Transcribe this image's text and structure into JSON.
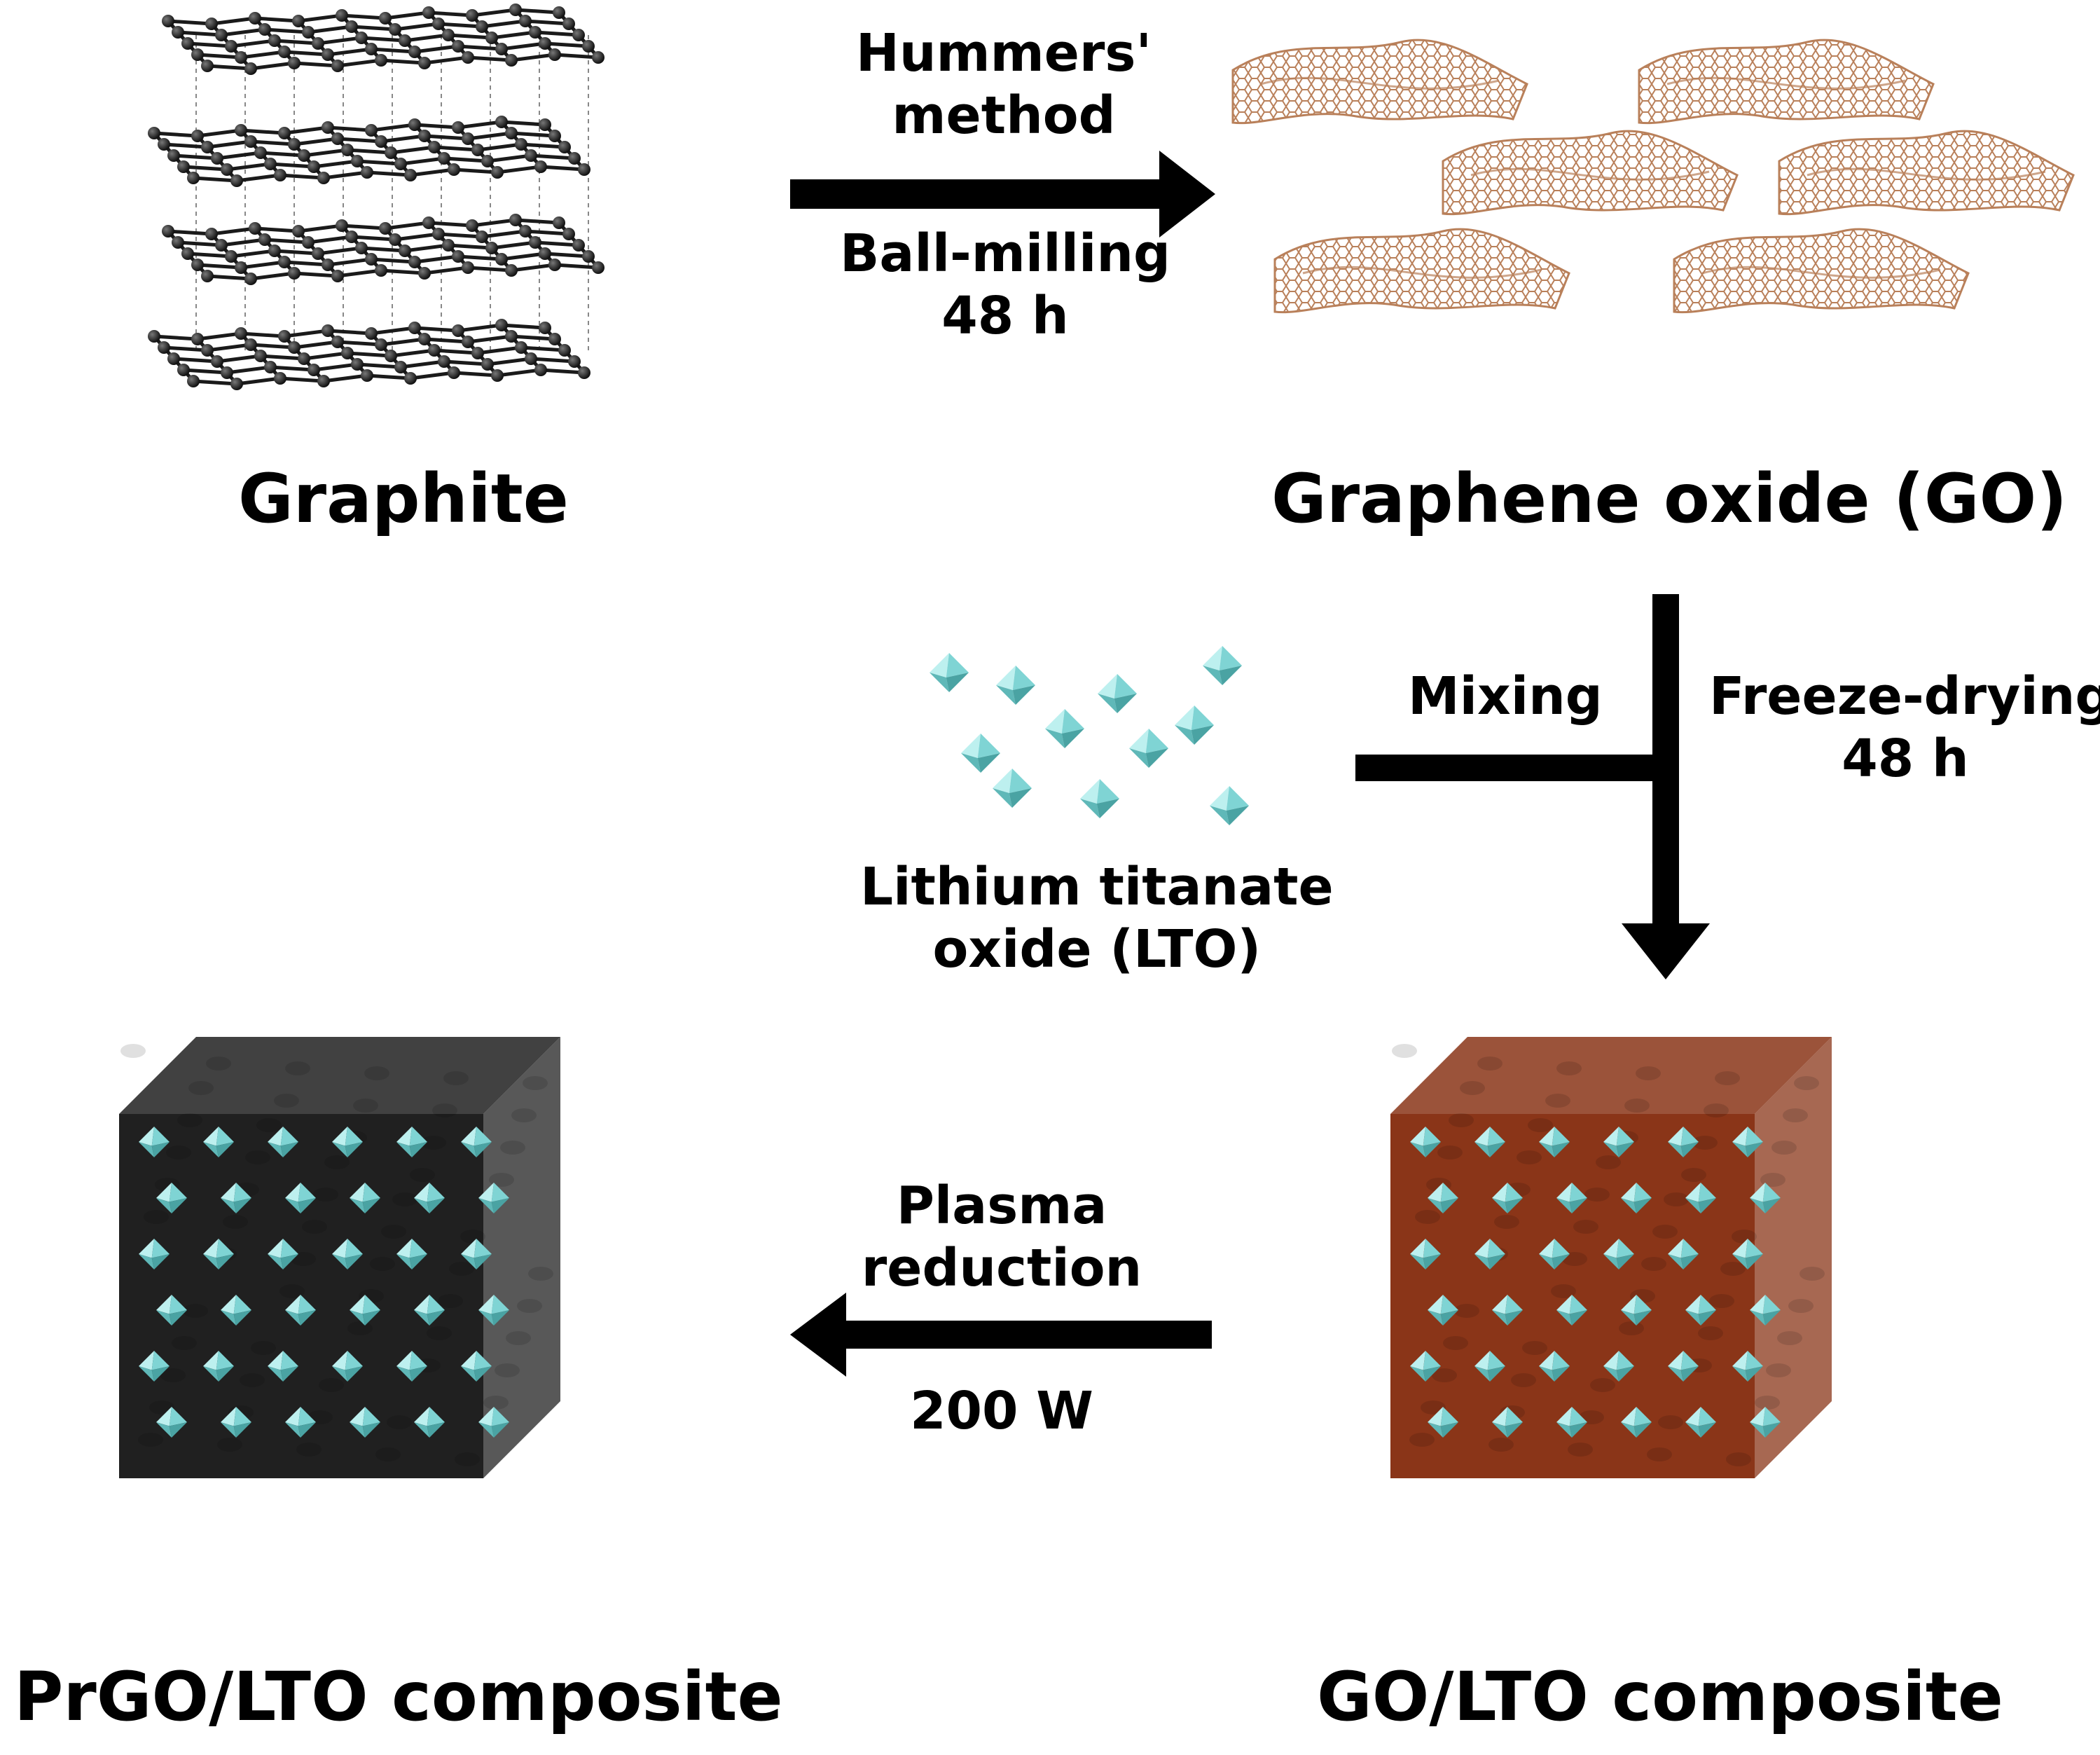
{
  "stages": {
    "graphite": "Graphite",
    "go": "Graphene oxide (GO)",
    "lto": [
      "Lithium titanate",
      "oxide (LTO)"
    ],
    "go_lto": "GO/LTO composite",
    "prgo_lto": "PrGO/LTO composite"
  },
  "steps": {
    "step1_top": [
      "Hummers'",
      "method"
    ],
    "step1_bottom": [
      "Ball-milling",
      "48 h"
    ],
    "step2_left": "Mixing",
    "step2_right": [
      "Freeze-drying",
      "48 h"
    ],
    "step3_top": [
      "Plasma",
      "reduction"
    ],
    "step3_bottom": "200 W"
  },
  "colors": {
    "arrow": "#000000",
    "graphite": "#1a1a1a",
    "go_sheet": "#b9805a",
    "lto_crystal": "#7fd4d4",
    "go_lto_cube": "#8a3518",
    "prgo_lto_cube": "#202020"
  }
}
